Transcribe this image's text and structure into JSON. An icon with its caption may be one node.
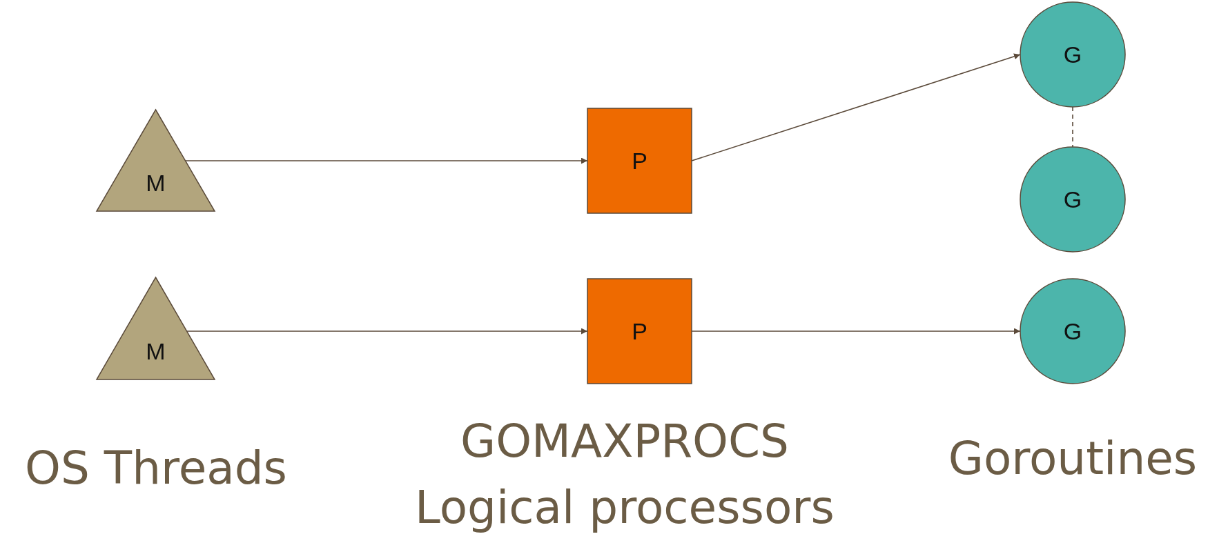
{
  "diagram": {
    "nodes": [
      {
        "text": [
          "M"
        ]
      },
      {
        "text": [
          "M"
        ]
      },
      {
        "text": [
          "P"
        ]
      },
      {
        "text": [
          "P"
        ]
      },
      {
        "text": [
          "G"
        ]
      },
      {
        "text": [
          "G"
        ]
      },
      {
        "text": [
          "G"
        ]
      }
    ],
    "edges": [
      {
        "from": 0,
        "to": 2,
        "arrow": "to"
      },
      {
        "from": 1,
        "to": 3,
        "arrow": "to"
      },
      {
        "from": 2,
        "to": 4,
        "arrow": "to"
      },
      {
        "from": 4,
        "to": 5,
        "arrow": "none",
        "style": "dashed"
      },
      {
        "from": 3,
        "to": 6,
        "arrow": "to"
      }
    ],
    "labels": [
      "OS Threads",
      "GOMAXPROCS",
      "Logical processors",
      "Goroutines"
    ]
  }
}
